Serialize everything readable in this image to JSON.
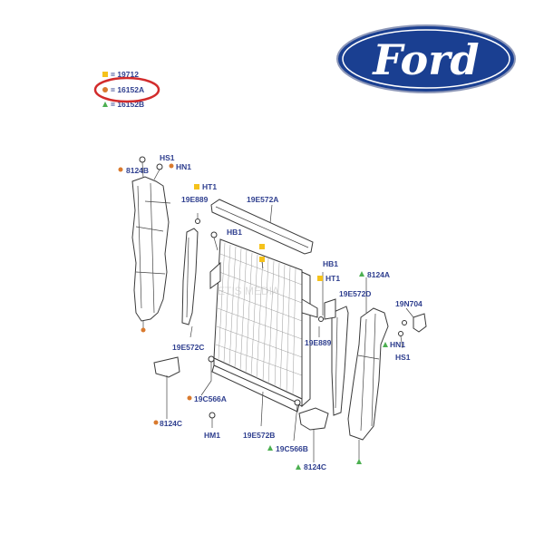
{
  "logo": {
    "text": "Ford",
    "color_bg": "#1a3f91",
    "color_fg": "#ffffff"
  },
  "highlight_color": "#d22b2b",
  "colors": {
    "label": "#2f3f8f",
    "marker_yellow": "#f5c21b",
    "marker_orange": "#d97a2e",
    "marker_green": "#4caf50"
  },
  "legend": [
    {
      "marker": "square",
      "color": "#f5c21b",
      "text": "= 19712"
    },
    {
      "marker": "circle",
      "color": "#d97a2e",
      "text": "= 16152A",
      "highlighted": true
    },
    {
      "marker": "triangle",
      "color": "#4caf50",
      "text": "= 16152B"
    }
  ],
  "watermark": "ETIS MEDIA",
  "labels": {
    "hs1_top": "HS1",
    "hn1_top": "HN1",
    "p8124b": "8124B",
    "ht1_top": "HT1",
    "p19e889_top": "19E889",
    "p19e572a": "19E572A",
    "hb1_left": "HB1",
    "hb1_right": "HB1",
    "ht1_right": "HT1",
    "p8124a": "8124A",
    "p19e572d": "19E572D",
    "p19n704": "19N704",
    "hn1_right": "HN1",
    "hs1_right": "HS1",
    "p19e889_bottom": "19E889",
    "p19e572c": "19E572C",
    "p19c566a": "19C566A",
    "p8124c_left": "8124C",
    "hm1": "HM1",
    "p19e572b": "19E572B",
    "p19c566b": "19C566B",
    "p8124c_right": "8124C"
  }
}
